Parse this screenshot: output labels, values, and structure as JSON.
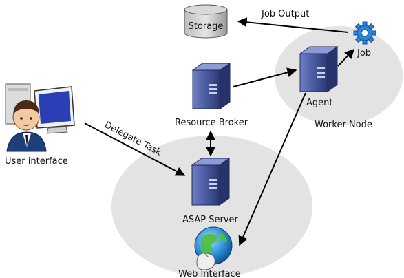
{
  "labels": {
    "storage": "Storage",
    "job_output": "Job Output",
    "job": "Job",
    "agent": "Agent",
    "worker_node": "Worker Node",
    "resource_broker": "Resource Broker",
    "user_interface": "User interface",
    "delegate_task": "Delegate Task",
    "asap_server": "ASAP Server",
    "web_interface": "Web Interface"
  },
  "colors": {
    "region_fill": "#e3e3e3",
    "server_body": "#4a5aa0",
    "server_dark": "#2b376f",
    "arrow": "#000000"
  }
}
